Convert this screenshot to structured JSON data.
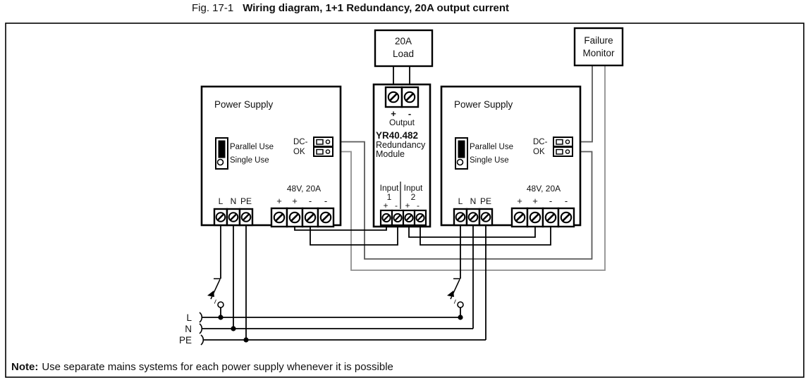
{
  "figure": {
    "label": "Fig. 17-1",
    "title": "Wiring diagram, 1+1 Redundancy, 20A output current"
  },
  "note": {
    "label": "Note:",
    "text": "Use separate mains systems for each power supply whenever it is possible"
  },
  "load": {
    "line1": "20A",
    "line2": "Load"
  },
  "monitor": {
    "line1": "Failure",
    "line2": "Monitor"
  },
  "psu": {
    "title": "Power Supply",
    "parallel": "Parallel Use",
    "single": "Single Use",
    "dc1": "DC-",
    "dc2": "OK",
    "l": "L",
    "n": "N",
    "pe": "PE",
    "rating": "48V, 20A",
    "pol1": "+",
    "pol2": "+",
    "pol3": "-",
    "pol4": "-"
  },
  "module": {
    "name": "YR40.482",
    "line2": "Redundancy",
    "line3": "Module",
    "out_plus": "+",
    "out_minus": "-",
    "out_label": "Output",
    "in_label": "Input",
    "in1": "1",
    "in2": "2",
    "plus": "+",
    "minus": "-"
  },
  "mains": {
    "l": "L",
    "n": "N",
    "pe": "PE",
    "switch_mark": "I"
  },
  "colors": {
    "line": "#000000",
    "wire_dark": "#5a5a5a",
    "wire_light": "#8f8f8f",
    "bg": "#ffffff"
  }
}
